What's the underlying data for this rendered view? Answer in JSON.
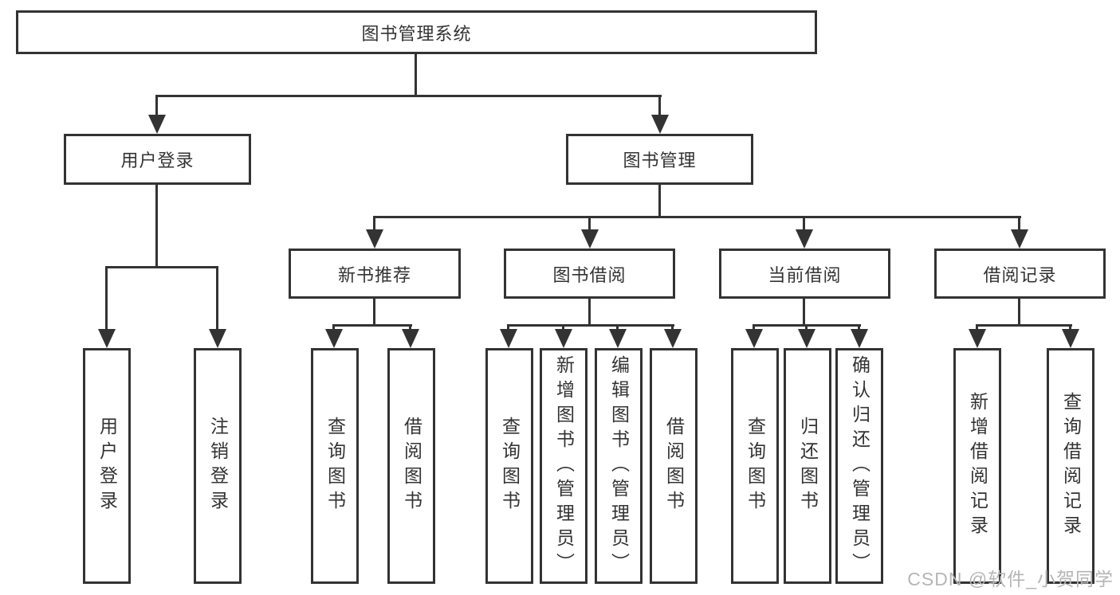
{
  "diagram": {
    "title": "图书管理系统",
    "level1": [
      {
        "label": "用户登录",
        "children": [
          "用户登录",
          "注销登录"
        ]
      },
      {
        "label": "图书管理",
        "groups": [
          {
            "label": "新书推荐",
            "children": [
              "查询图书",
              "借阅图书"
            ]
          },
          {
            "label": "图书借阅",
            "children": [
              "查询图书",
              "新增图书（管理员）",
              "编辑图书（管理员）",
              "借阅图书"
            ]
          },
          {
            "label": "当前借阅",
            "children": [
              "查询图书",
              "归还图书",
              "确认归还（管理员）"
            ]
          },
          {
            "label": "借阅记录",
            "children": [
              "新增借阅记录",
              "查询借阅记录"
            ]
          }
        ]
      }
    ]
  },
  "watermark": "CSDN @软件_小贺同学",
  "colors": {
    "line": "#333333",
    "text": "#333333",
    "watermark": "#b5b5b8",
    "background": "#ffffff"
  }
}
